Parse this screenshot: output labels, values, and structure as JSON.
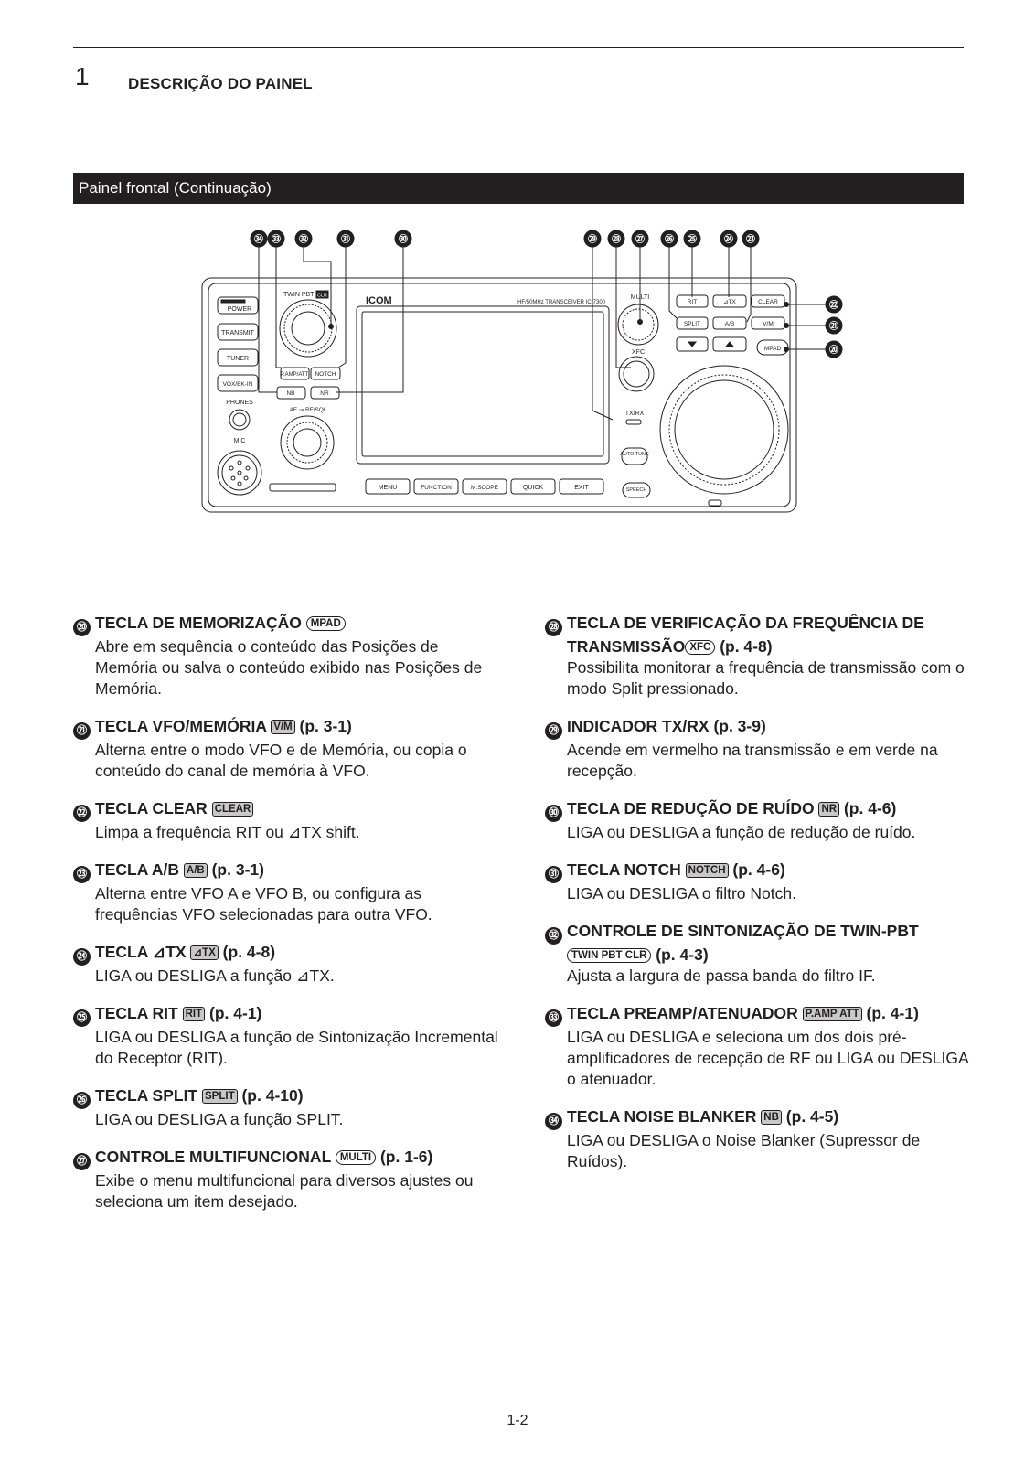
{
  "header": {
    "chapter_number": "1",
    "chapter_title": "DESCRIÇÃO DO PAINEL"
  },
  "section": {
    "title": "Painel frontal (Continuação)"
  },
  "diagram": {
    "callouts_top": [
      "㉞",
      "㉝",
      "㉜",
      "㉛",
      "㉚",
      "㉙",
      "㉘",
      "㉗",
      "㉖",
      "㉕",
      "㉔",
      "㉓"
    ],
    "callouts_right": [
      "㉒",
      "㉑",
      "⑳"
    ],
    "panel_labels": {
      "power": "POWER",
      "transmit": "TRANSMIT",
      "tuner": "TUNER",
      "vox": "VOX/BK-IN",
      "phones": "PHONES",
      "mic": "MIC",
      "twin_pbt": "TWIN PBT",
      "clr": "CLR",
      "pamp": "P.AMP/ATT",
      "notch": "NOTCH",
      "nb": "NB",
      "nr": "NR",
      "af_rf": "AF ⊸ RF/SQL",
      "brand": "ICOM",
      "model": "HF/50MHz TRANSCEIVER IC-7300",
      "multi": "MULTI",
      "xfc": "XFC",
      "txrx": "TX/RX",
      "auto_tune": "AUTO TUNE",
      "rit": "RIT",
      "dtx": "⊿TX",
      "clear": "CLEAR",
      "split": "SPLIT",
      "ab": "A/B",
      "vm": "V/M",
      "mpad": "MPAD",
      "menu": "MENU",
      "function": "FUNCTION",
      "mscope": "M.SCOPE",
      "quick": "QUICK",
      "exit": "EXIT",
      "speech": "SPEECH"
    }
  },
  "left_items": [
    {
      "num": "⑳",
      "title": "TECLA DE MEMORIZAÇÃO",
      "key": "MPAD",
      "ref": "",
      "body": "Abre em sequência o conteúdo das Posições de Memória ou salva o conteúdo exibido nas Posições de Memória."
    },
    {
      "num": "㉑",
      "title": "TECLA VFO/MEMÓRIA",
      "key": "V/M",
      "ref": "(p. 3-1)",
      "body": "Alterna entre o modo VFO e de Memória, ou copia o conteúdo do canal de memória à VFO."
    },
    {
      "num": "㉒",
      "title": "TECLA CLEAR",
      "key": "CLEAR",
      "ref": "",
      "body": "Limpa a frequência RIT ou ⊿TX shift."
    },
    {
      "num": "㉓",
      "title": "TECLA A/B",
      "key": "A/B",
      "ref": "(p. 3-1)",
      "body": "Alterna entre VFO A e VFO B, ou configura as frequências VFO selecionadas para outra VFO."
    },
    {
      "num": "㉔",
      "title": "TECLA ⊿TX",
      "key": "⊿TX",
      "ref": "(p. 4-8)",
      "body": "LIGA ou DESLIGA a função ⊿TX."
    },
    {
      "num": "㉕",
      "title": "TECLA RIT",
      "key": "RIT",
      "ref": "(p. 4-1)",
      "body": "LIGA ou DESLIGA a função de Sintonização Incremental do Receptor (RIT)."
    },
    {
      "num": "㉖",
      "title": "TECLA SPLIT",
      "key": "SPLIT",
      "ref": "(p. 4-10)",
      "body": "LIGA ou DESLIGA a função SPLIT."
    },
    {
      "num": "㉗",
      "title": "CONTROLE MULTIFUNCIONAL",
      "key": "MULTI",
      "ref": "(p. 1-6)",
      "body": "Exibe o menu multifuncional para diversos ajustes ou seleciona um item desejado."
    }
  ],
  "right_items": [
    {
      "num": "㉘",
      "title": "TECLA DE VERIFICAÇÃO DA FREQUÊNCIA DE TRANSMISSÃO",
      "key": "XFC",
      "ref": "(p. 4-8)",
      "body": "Possibilita monitorar a frequência de transmissão com o modo Split pressionado."
    },
    {
      "num": "㉙",
      "title": "INDICADOR TX/RX",
      "key": "",
      "ref": "(p. 3-9)",
      "body": "Acende em vermelho na transmissão e em verde na recepção."
    },
    {
      "num": "㉚",
      "title": "TECLA DE REDUÇÃO DE RUÍDO",
      "key": "NR",
      "ref": "(p. 4-6)",
      "body": "LIGA ou DESLIGA a função de redução de ruído."
    },
    {
      "num": "㉛",
      "title": "TECLA NOTCH",
      "key": "NOTCH",
      "ref": "(p. 4-6)",
      "body": "LIGA ou DESLIGA o filtro Notch."
    },
    {
      "num": "㉜",
      "title": "CONTROLE DE SINTONIZAÇÃO DE TWIN-PBT",
      "key": "TWIN PBT CLR",
      "ref": "(p. 4-3)",
      "body": "Ajusta a largura de passa banda do filtro IF."
    },
    {
      "num": "㉝",
      "title": "TECLA PREAMP/ATENUADOR",
      "key": "P.AMP ATT",
      "ref": "(p. 4-1)",
      "body": "LIGA ou DESLIGA e seleciona um dos dois pré-amplificadores de recepção de RF ou LIGA ou DESLIGA o atenuador."
    },
    {
      "num": "㉞",
      "title": "TECLA NOISE BLANKER",
      "key": "NB",
      "ref": "(p. 4-5)",
      "body": "LIGA ou DESLIGA o Noise Blanker (Supressor de Ruídos)."
    }
  ],
  "footer": {
    "page": "1-2"
  }
}
